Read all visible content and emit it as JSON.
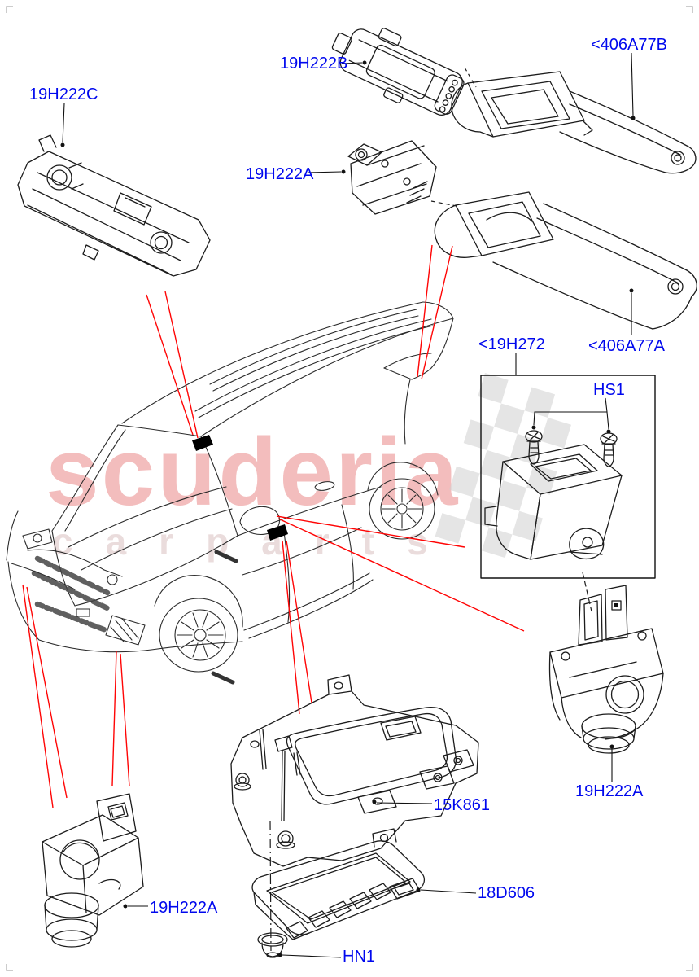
{
  "diagram": {
    "kind": "vehicle-parts-exploded-diagram",
    "vehicle": "compact SUV (front 3/4 line drawing)",
    "highlight_marks": [
      "windshield-camera-location",
      "door-sill-location"
    ]
  },
  "watermark": {
    "line1": "scuderia",
    "line2": "carparts",
    "color_primary": "#f3bdbd",
    "color_secondary": "#eadcdc",
    "flag_color": "#cfcfcf"
  },
  "labels": {
    "camera_19h222c": "19H222C",
    "camera_19h222b": "19H222B",
    "bracket_406a77b": "<406A77B",
    "camera_19h222a_top": "19H222A",
    "cover_19h272": "<19H272",
    "bracket_406a77a": "<406A77A",
    "screws_hs1": "HS1",
    "bracket_15k861": "15K861",
    "camera_19h222a_right": "19H222A",
    "module_18d606": "18D606",
    "grommet_hn1": "HN1",
    "camera_19h222a_bottom": "19H222A"
  },
  "colors": {
    "label_blue": "#0008ee",
    "leader_black": "#111111",
    "highlight_red": "#ff0505",
    "line_dark": "#2b2b2b",
    "location_mark": "#000000",
    "corner_mark_gray": "#bbbbbb"
  }
}
